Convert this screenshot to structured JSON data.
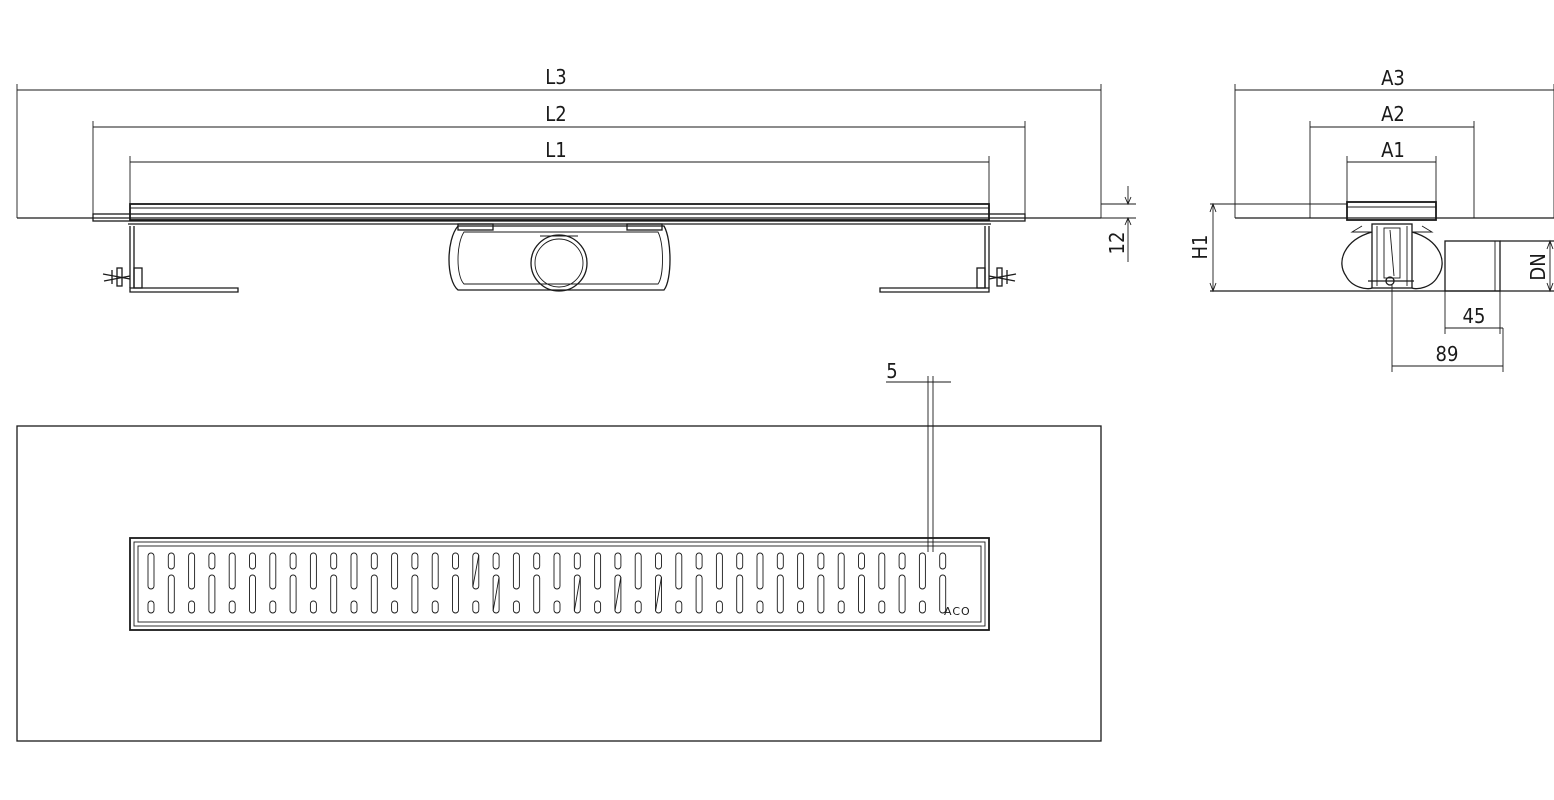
{
  "labels": {
    "l3": "L3",
    "l2": "L2",
    "l1": "L1",
    "h12": "12",
    "a3": "A3",
    "a2": "A2",
    "a1": "A1",
    "h1": "H1",
    "dn": "DN",
    "d45": "45",
    "d89": "89",
    "d5": "5",
    "logo": "ACO"
  },
  "grate": {
    "columns": 40,
    "hatched_columns": [
      16,
      17,
      21,
      23,
      25
    ]
  }
}
